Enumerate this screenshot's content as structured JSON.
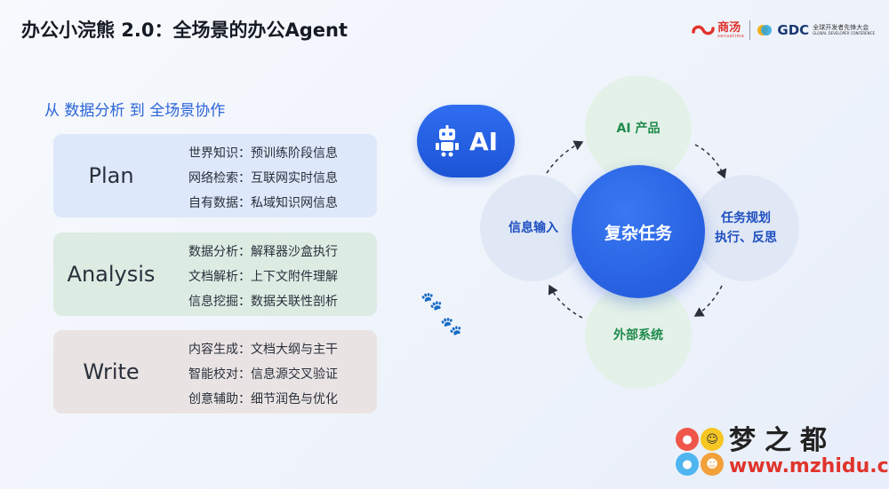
{
  "header": {
    "title": "办公小浣熊 2.0：全场景的办公Agent",
    "brand_name": "商汤",
    "brand_sub": "sensetime",
    "event_logo": "GDC",
    "event_cn": "全球开发者先锋大会",
    "event_en": "GLOBAL DEVELOPER CONFERENCE"
  },
  "subtitle": "从 数据分析 到 全场景协作",
  "cards": [
    {
      "title": "Plan",
      "items": [
        "世界知识：预训练阶段信息",
        "网络检索：互联网实时信息",
        "自有数据：私域知识网信息"
      ]
    },
    {
      "title": "Analysis",
      "items": [
        "数据分析：解释器沙盒执行",
        "文档解析：上下文附件理解",
        "信息挖掘：数据关联性剖析"
      ]
    },
    {
      "title": "Write",
      "items": [
        "内容生成：文档大纲与主干",
        "智能校对：信息源交叉验证",
        "创意辅助：细节润色与优化"
      ]
    }
  ],
  "ai_badge": {
    "label": "AI",
    "icon": "robot-icon"
  },
  "diagram": {
    "center": "复杂任务",
    "top": "AI 产品",
    "left": "信息输入",
    "right_line1": "任务规划",
    "right_line2": "执行、反思",
    "bottom": "外部系统"
  },
  "watermark": {
    "title": "梦之都",
    "url": "www.mzhidu.com"
  },
  "colors": {
    "accent_blue": "#2b64d8",
    "center_blue": "#1f56d8",
    "green_text": "#1f8a4c",
    "brand_red": "#e0342c"
  }
}
